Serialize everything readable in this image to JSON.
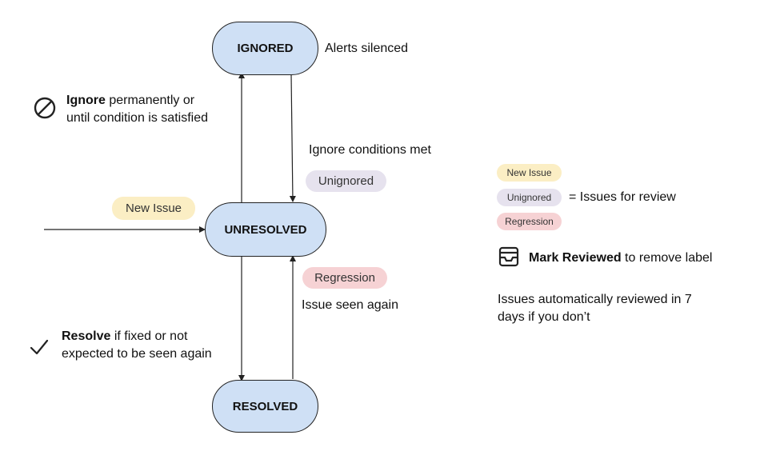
{
  "states": {
    "ignored": "IGNORED",
    "unresolved": "UNRESOLVED",
    "resolved": "RESOLVED"
  },
  "notes": {
    "alerts_silenced": "Alerts silenced",
    "ignore_bold": "Ignore",
    "ignore_line1_rest": " permanently or",
    "ignore_line2": "until condition is satisfied",
    "ignore_conditions_met": "Ignore conditions met",
    "issue_seen_again": "Issue seen again",
    "resolve_bold": "Resolve",
    "resolve_line1_rest": " if fixed or not",
    "resolve_line2": "expected to be seen again"
  },
  "badges": {
    "new_issue": "New Issue",
    "unignored": "Unignored",
    "regression": "Regression"
  },
  "legend": {
    "new_issue": "New Issue",
    "unignored": "Unignored",
    "regression": "Regression",
    "equals_text": "= Issues for review",
    "mark_bold": "Mark Reviewed",
    "mark_rest": " to remove label",
    "auto_line1": "Issues automatically reviewed in 7",
    "auto_line2": "days if you don’t"
  },
  "icons": {
    "ignore": "ban-icon",
    "resolve": "checkmark-icon",
    "mark_reviewed": "inbox-icon"
  },
  "colors": {
    "state_fill": "#cfe0f5",
    "new_issue": "#fbeec4",
    "unignored": "#e6e2ee",
    "regression": "#f6d2d4"
  }
}
